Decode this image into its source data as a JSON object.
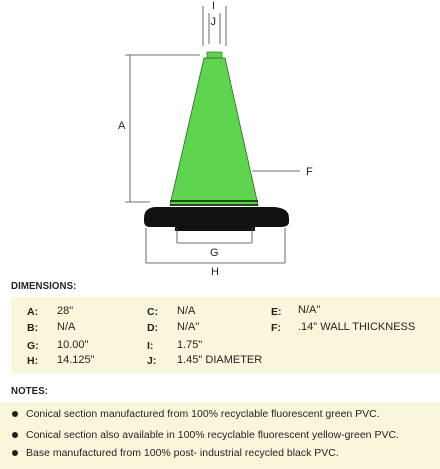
{
  "diagram": {
    "labels": {
      "i": "I",
      "j": "J",
      "a": "A",
      "f": "F",
      "g": "G",
      "h": "H"
    },
    "colors": {
      "cone": "#5fd44e",
      "base": "#111111",
      "line": "#444444"
    }
  },
  "dimensions": {
    "heading": "DIMENSIONS:",
    "items": [
      {
        "key": "A:",
        "value": "28\""
      },
      {
        "key": "B:",
        "value": "N/A"
      },
      {
        "key": "G:",
        "value": "10.00\""
      },
      {
        "key": "H:",
        "value": "14.125\""
      },
      {
        "key": "C:",
        "value": "N/A"
      },
      {
        "key": "D:",
        "value": "N/A\""
      },
      {
        "key": "I:",
        "value": "1.75\""
      },
      {
        "key": "J:",
        "value": "1.45\" DIAMETER"
      },
      {
        "key": "E:",
        "value": "N/A\""
      },
      {
        "key": "F:",
        "value": ".14\" WALL THICKNESS"
      }
    ]
  },
  "notes": {
    "heading": "NOTES:",
    "items": [
      "Conical section manufactured from 100% recyclable fluorescent green PVC.",
      "Conical section also available in 100% recyclable fluorescent yellow-green PVC.",
      "Base manufactured from 100% post- industrial recycled black PVC."
    ]
  }
}
